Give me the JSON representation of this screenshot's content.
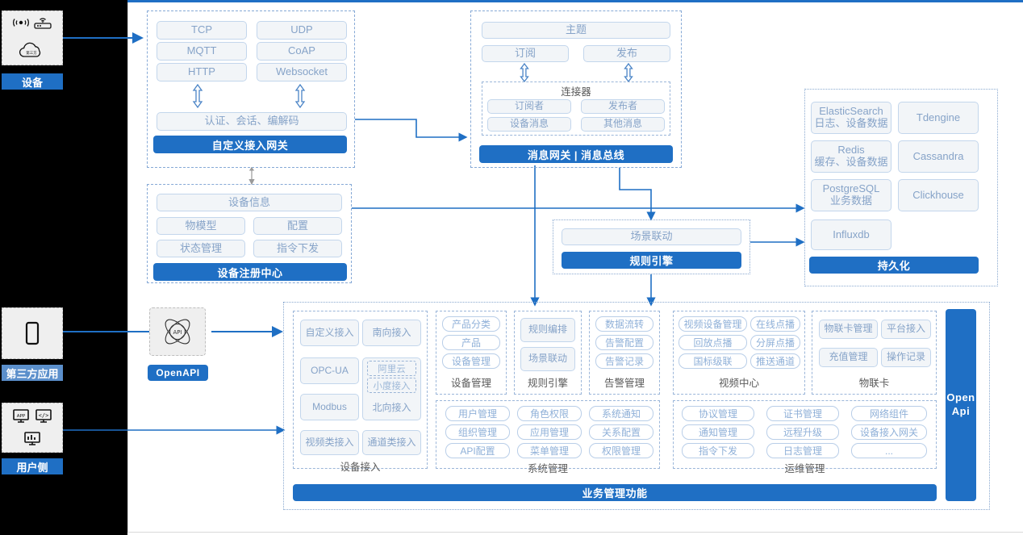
{
  "left_rail": {
    "items": [
      {
        "name": "device",
        "label": "设备",
        "icons": [
          "signal-wave-icon",
          "router-icon",
          "cloud-icon"
        ]
      },
      {
        "name": "third-party-app",
        "label": "第三方应用",
        "icons": [
          "mobile-phone-icon"
        ]
      },
      {
        "name": "user-side",
        "label": "用户侧",
        "icons": [
          "app-monitor-icon",
          "code-monitor-icon",
          "chart-monitor-icon"
        ]
      }
    ]
  },
  "colors": {
    "accent": "#1f6fc4",
    "chip_text": "#86a3c8",
    "dash": "#86a9d6",
    "rail": "#000000"
  },
  "gateway": {
    "protocols": [
      "TCP",
      "UDP",
      "MQTT",
      "CoAP",
      "HTTP",
      "Websocket"
    ],
    "middle": "认证、会话、编解码",
    "bar": "自定义接入网关"
  },
  "message_bus": {
    "topic": "主题",
    "subscribe": "订阅",
    "publish": "发布",
    "connector_title": "连接器",
    "connector_items": [
      "订阅者",
      "发布者",
      "设备消息",
      "其他消息"
    ],
    "bar": "消息网关 | 消息总线"
  },
  "registry": {
    "head": "设备信息",
    "items": [
      "物模型",
      "配置",
      "状态管理",
      "指令下发"
    ],
    "bar": "设备注册中心"
  },
  "rule_engine": {
    "head": "场景联动",
    "bar": "规则引擎"
  },
  "persistence": {
    "stores": [
      {
        "name": "ElasticSearch",
        "sub": "日志、设备数据"
      },
      {
        "name": "Tdengine",
        "sub": ""
      },
      {
        "name": "Redis",
        "sub": "缓存、设备数据"
      },
      {
        "name": "Cassandra",
        "sub": ""
      },
      {
        "name": "PostgreSQL",
        "sub": "业务数据"
      },
      {
        "name": "Clickhouse",
        "sub": ""
      },
      {
        "name": "Influxdb",
        "sub": ""
      }
    ],
    "bar": "持久化"
  },
  "openapi": {
    "icon": "api-atom-icon",
    "label": "OpenAPI",
    "side_bar": "Open Api"
  },
  "business": {
    "device_access": {
      "caption": "设备接入",
      "items": [
        "自定义接入",
        "南向接入",
        "OPC-UA",
        "Modbus",
        "视频类接入",
        "通道类接入"
      ],
      "northbound": {
        "label": "北向接入",
        "subs": [
          "阿里云",
          "小度接入"
        ]
      }
    },
    "groups_top": [
      {
        "caption": "设备管理",
        "items": [
          "产品分类",
          "产品",
          "设备管理"
        ]
      },
      {
        "caption": "规则引擎",
        "items": [
          "规则编排",
          "场景联动"
        ]
      },
      {
        "caption": "告警管理",
        "items": [
          "数据流转",
          "告警配置",
          "告警记录"
        ]
      },
      {
        "caption": "视频中心",
        "items": [
          "视频设备管理",
          "在线点播",
          "回放点播",
          "分屏点播",
          "国标级联",
          "推送通道"
        ]
      },
      {
        "caption": "物联卡",
        "items": [
          "物联卡管理",
          "平台接入",
          "充值管理",
          "操作记录"
        ]
      }
    ],
    "groups_bottom": [
      {
        "caption": "系统管理",
        "items": [
          "用户管理",
          "角色权限",
          "系统通知",
          "组织管理",
          "应用管理",
          "关系配置",
          "API配置",
          "菜单管理",
          "权限管理"
        ]
      },
      {
        "caption": "运维管理",
        "items": [
          "协议管理",
          "证书管理",
          "网络组件",
          "通知管理",
          "远程升级",
          "设备接入网关",
          "指令下发",
          "日志管理",
          "..."
        ]
      }
    ],
    "bar": "业务管理功能"
  }
}
